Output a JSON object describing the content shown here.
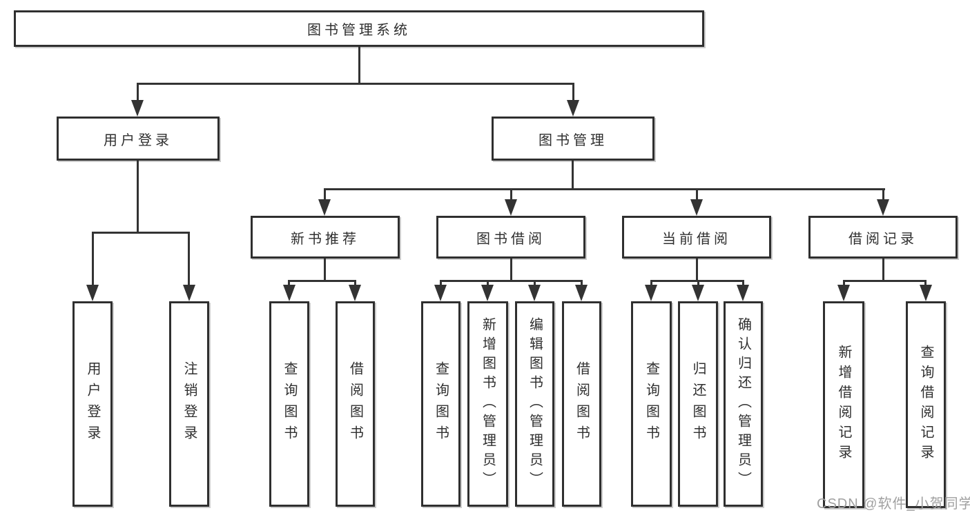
{
  "diagram_title": "图书管理系统",
  "nodes": {
    "root": "图书管理系统",
    "user_login": "用户登录",
    "book_mgmt": "图书管理",
    "new_book_rec": "新书推荐",
    "book_borrow": "图书借阅",
    "current_borrow": "当前借阅",
    "borrow_record": "借阅记录",
    "leaf_user_login": "用户登录",
    "leaf_logout": "注销登录",
    "leaf_query_book_1": "查询图书",
    "leaf_borrow_book_1": "借阅图书",
    "leaf_query_book_2": "查询图书",
    "leaf_add_book": "新增图书（管理员）",
    "leaf_edit_book": "编辑图书（管理员）",
    "leaf_borrow_book_2": "借阅图书",
    "leaf_query_book_3": "查询图书",
    "leaf_return_book": "归还图书",
    "leaf_confirm_return": "确认归还（管理员）",
    "leaf_add_borrow_record": "新增借阅记录",
    "leaf_query_borrow_record": "查询借阅记录"
  },
  "structure": {
    "图书管理系统": {
      "用户登录": [
        "用户登录",
        "注销登录"
      ],
      "图书管理": {
        "新书推荐": [
          "查询图书",
          "借阅图书"
        ],
        "图书借阅": [
          "查询图书",
          "新增图书（管理员）",
          "编辑图书（管理员）",
          "借阅图书"
        ],
        "当前借阅": [
          "查询图书",
          "归还图书",
          "确认归还（管理员）"
        ],
        "借阅记录": [
          "新增借阅记录",
          "查询借阅记录"
        ]
      }
    }
  },
  "colors": {
    "line": "#333333",
    "border": "#2f2f2f",
    "text": "#2f2f2f",
    "watermark": "#a0a0a0"
  },
  "watermark": "CSDN @软件_小贺同学"
}
